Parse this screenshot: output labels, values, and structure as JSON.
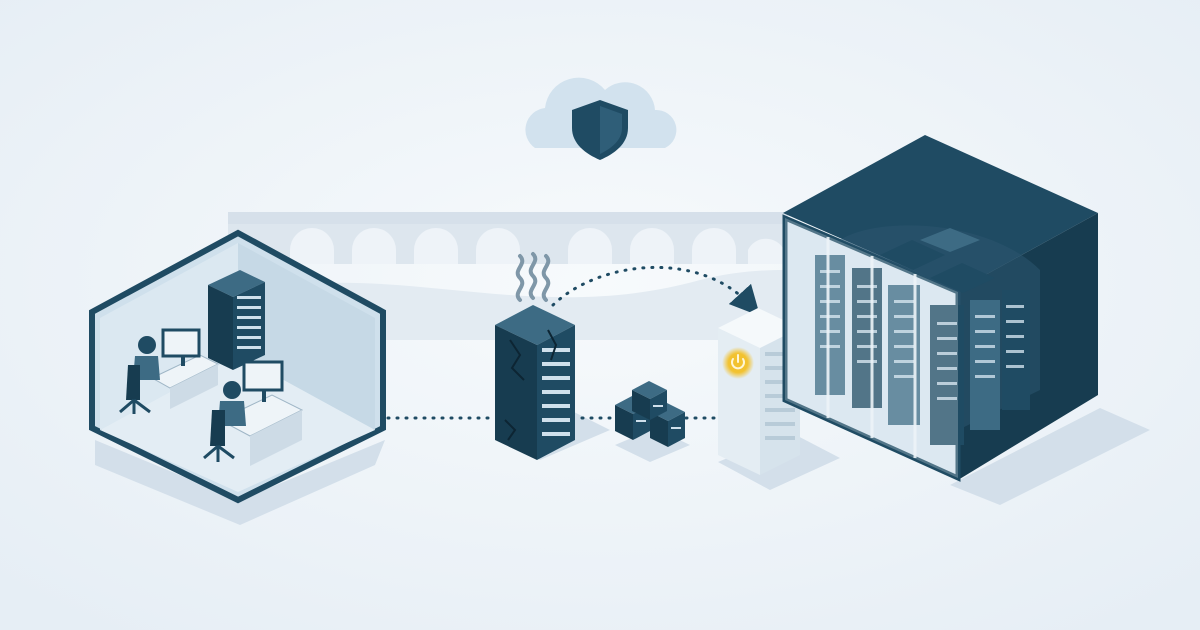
{
  "colors": {
    "background": "#eef3f8",
    "navy": "#1f4b63",
    "navy_dark": "#173c50",
    "navy_light": "#3d6b84",
    "panel_light": "#cfe0ec",
    "pale_server": "#eaf1f6",
    "cloud": "#d2e2ee",
    "bridge": "#dde6ee",
    "shadow": "#d3dfea",
    "power_glow": "#f2c230"
  },
  "icons": {
    "cloud": "cloud-icon",
    "shield": "shield-icon",
    "smoke": "smoke-icon",
    "power": "power-icon",
    "flow_arrow": "arrow-icon"
  },
  "nodes": [
    {
      "id": "office",
      "kind": "on-premise office with workers and server rack"
    },
    {
      "id": "damaged-server",
      "kind": "cracked smoking server tower"
    },
    {
      "id": "storage-cubes",
      "kind": "stacked storage modules"
    },
    {
      "id": "recovery-server",
      "kind": "glowing standby server with power button"
    },
    {
      "id": "data-center",
      "kind": "cloud data center cube with server racks"
    }
  ]
}
